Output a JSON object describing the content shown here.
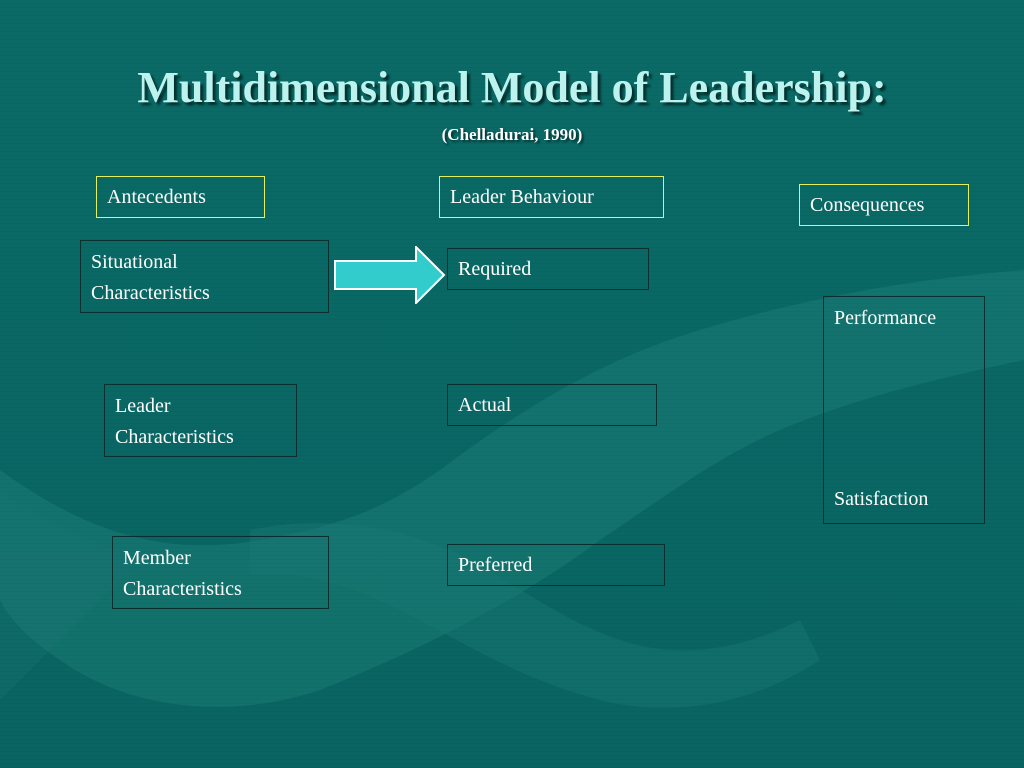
{
  "title": "Multidimensional Model of Leadership:",
  "subtitle": "(Chelladurai, 1990)",
  "headers": {
    "antecedents": "Antecedents",
    "leader_behaviour": "Leader Behaviour",
    "consequences": "Consequences"
  },
  "antecedents": {
    "situational": [
      "Situational",
      "Characteristics"
    ],
    "leader": [
      "Leader",
      "Characteristics"
    ],
    "member": [
      "Member",
      "Characteristics"
    ]
  },
  "behaviours": {
    "required": "Required",
    "actual": "Actual",
    "preferred": "Preferred"
  },
  "consequences": {
    "performance": "Performance",
    "satisfaction": "Satisfaction"
  },
  "colors": {
    "background": "#0a6764",
    "title_text": "#bdf3ee",
    "header_border": "#e3f05a",
    "box_border": "#0a2f2e",
    "arrow_fill": "#33cccc"
  },
  "icons": [
    "right-arrow-icon"
  ]
}
